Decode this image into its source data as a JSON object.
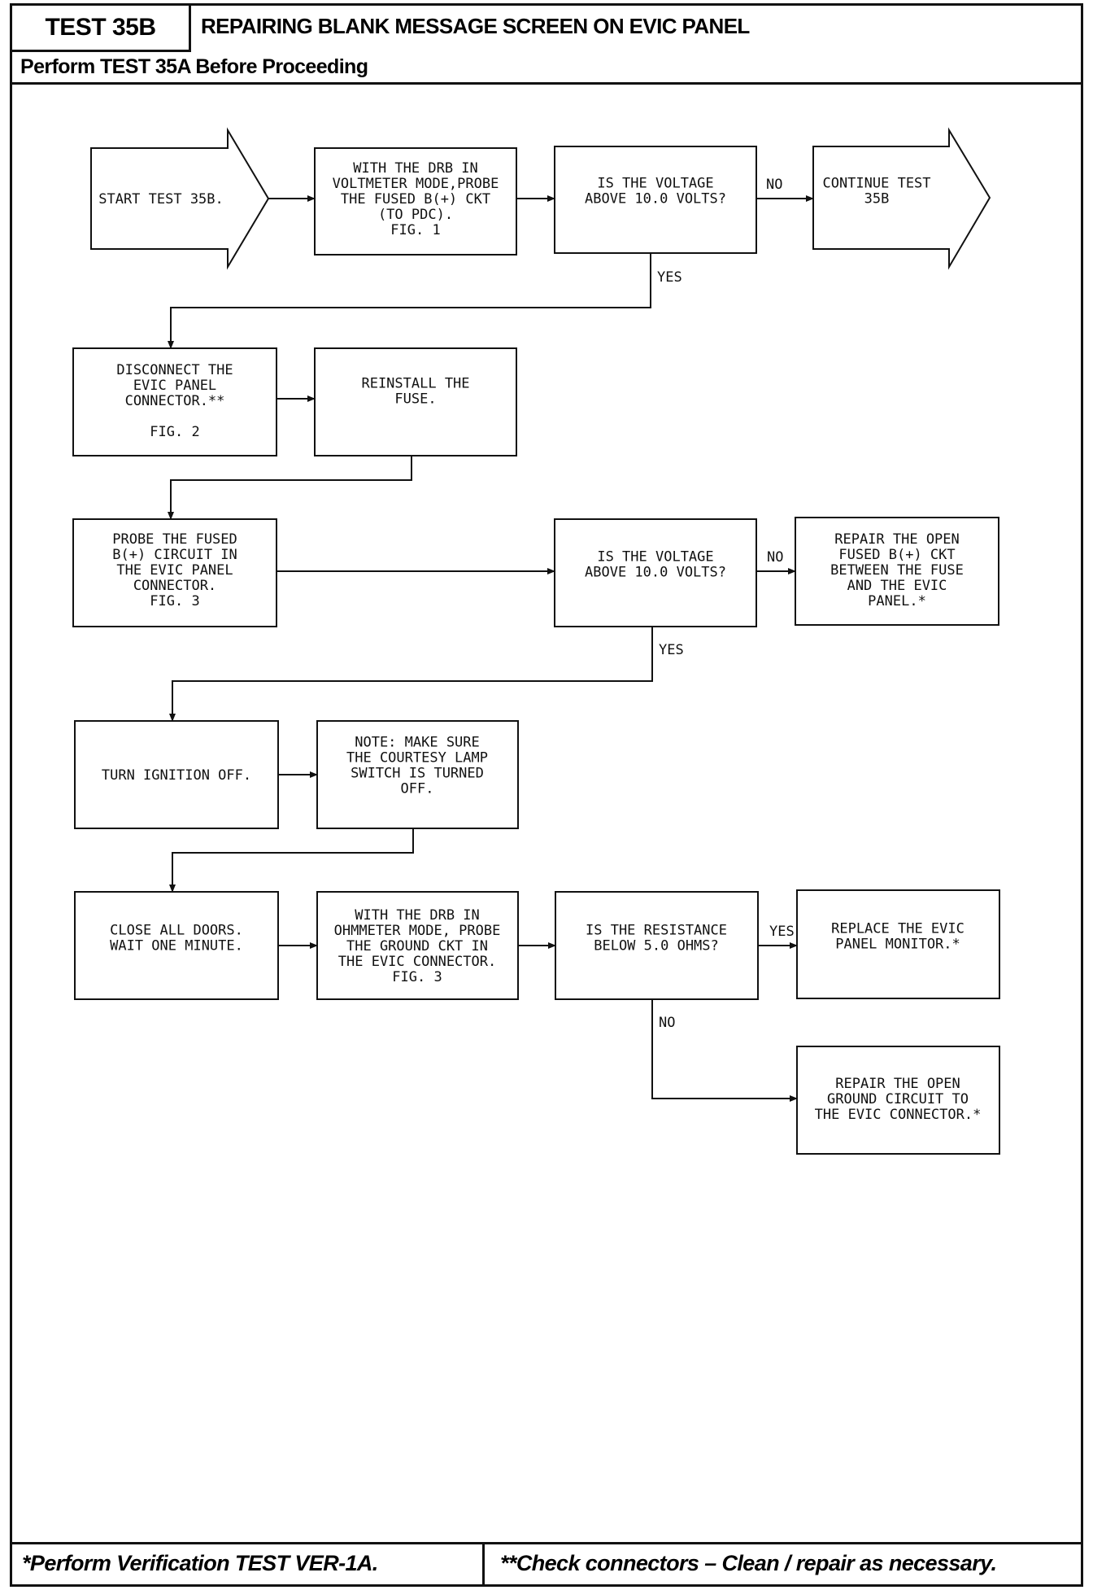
{
  "header": {
    "test_id": "TEST 35B",
    "title": "REPAIRING BLANK MESSAGE SCREEN ON EVIC PANEL",
    "prerequisite": "Perform TEST 35A Before Proceeding"
  },
  "footer": {
    "note_single": "*Perform Verification TEST VER-1A.",
    "note_double": "**Check connectors – Clean / repair as necessary."
  },
  "nodes": {
    "start": [
      "START TEST 35B."
    ],
    "probe1": [
      "WITH THE DRB IN",
      "VOLTMETER MODE,PROBE",
      "THE FUSED B(+) CKT",
      "(TO PDC).",
      "FIG. 1"
    ],
    "q1": [
      "IS THE VOLTAGE",
      "ABOVE 10.0 VOLTS?"
    ],
    "cont": [
      "CONTINUE TEST",
      "35B"
    ],
    "disc": [
      "DISCONNECT THE",
      "EVIC PANEL",
      "CONNECTOR.**",
      "",
      "FIG. 2"
    ],
    "reinstall": [
      "REINSTALL THE",
      "FUSE."
    ],
    "probe2": [
      "PROBE THE FUSED",
      "B(+) CIRCUIT IN",
      "THE EVIC PANEL",
      "CONNECTOR.",
      "FIG. 3"
    ],
    "q2": [
      "IS THE VOLTAGE",
      "ABOVE 10.0 VOLTS?"
    ],
    "repair1": [
      "REPAIR THE OPEN",
      "FUSED B(+) CKT",
      "BETWEEN THE FUSE",
      "AND THE EVIC",
      "PANEL.*"
    ],
    "ign": [
      "TURN IGNITION OFF."
    ],
    "note": [
      "NOTE: MAKE SURE",
      "THE COURTESY LAMP",
      "SWITCH IS TURNED",
      "OFF."
    ],
    "close": [
      "CLOSE ALL DOORS.",
      "WAIT ONE MINUTE."
    ],
    "ohm": [
      "WITH THE DRB IN",
      "OHMMETER MODE, PROBE",
      "THE GROUND CKT IN",
      "THE EVIC CONNECTOR.",
      "FIG. 3"
    ],
    "q3": [
      "IS THE RESISTANCE",
      "BELOW 5.0 OHMS?"
    ],
    "replace": [
      "REPLACE THE EVIC",
      "PANEL MONITOR.*"
    ],
    "repair2": [
      "REPAIR THE OPEN",
      "GROUND CIRCUIT TO",
      "THE EVIC CONNECTOR.*"
    ]
  },
  "labels": {
    "q1_no": "NO",
    "q1_yes": "YES",
    "q2_no": "NO",
    "q2_yes": "YES",
    "q3_yes": "YES",
    "q3_no": "NO"
  }
}
